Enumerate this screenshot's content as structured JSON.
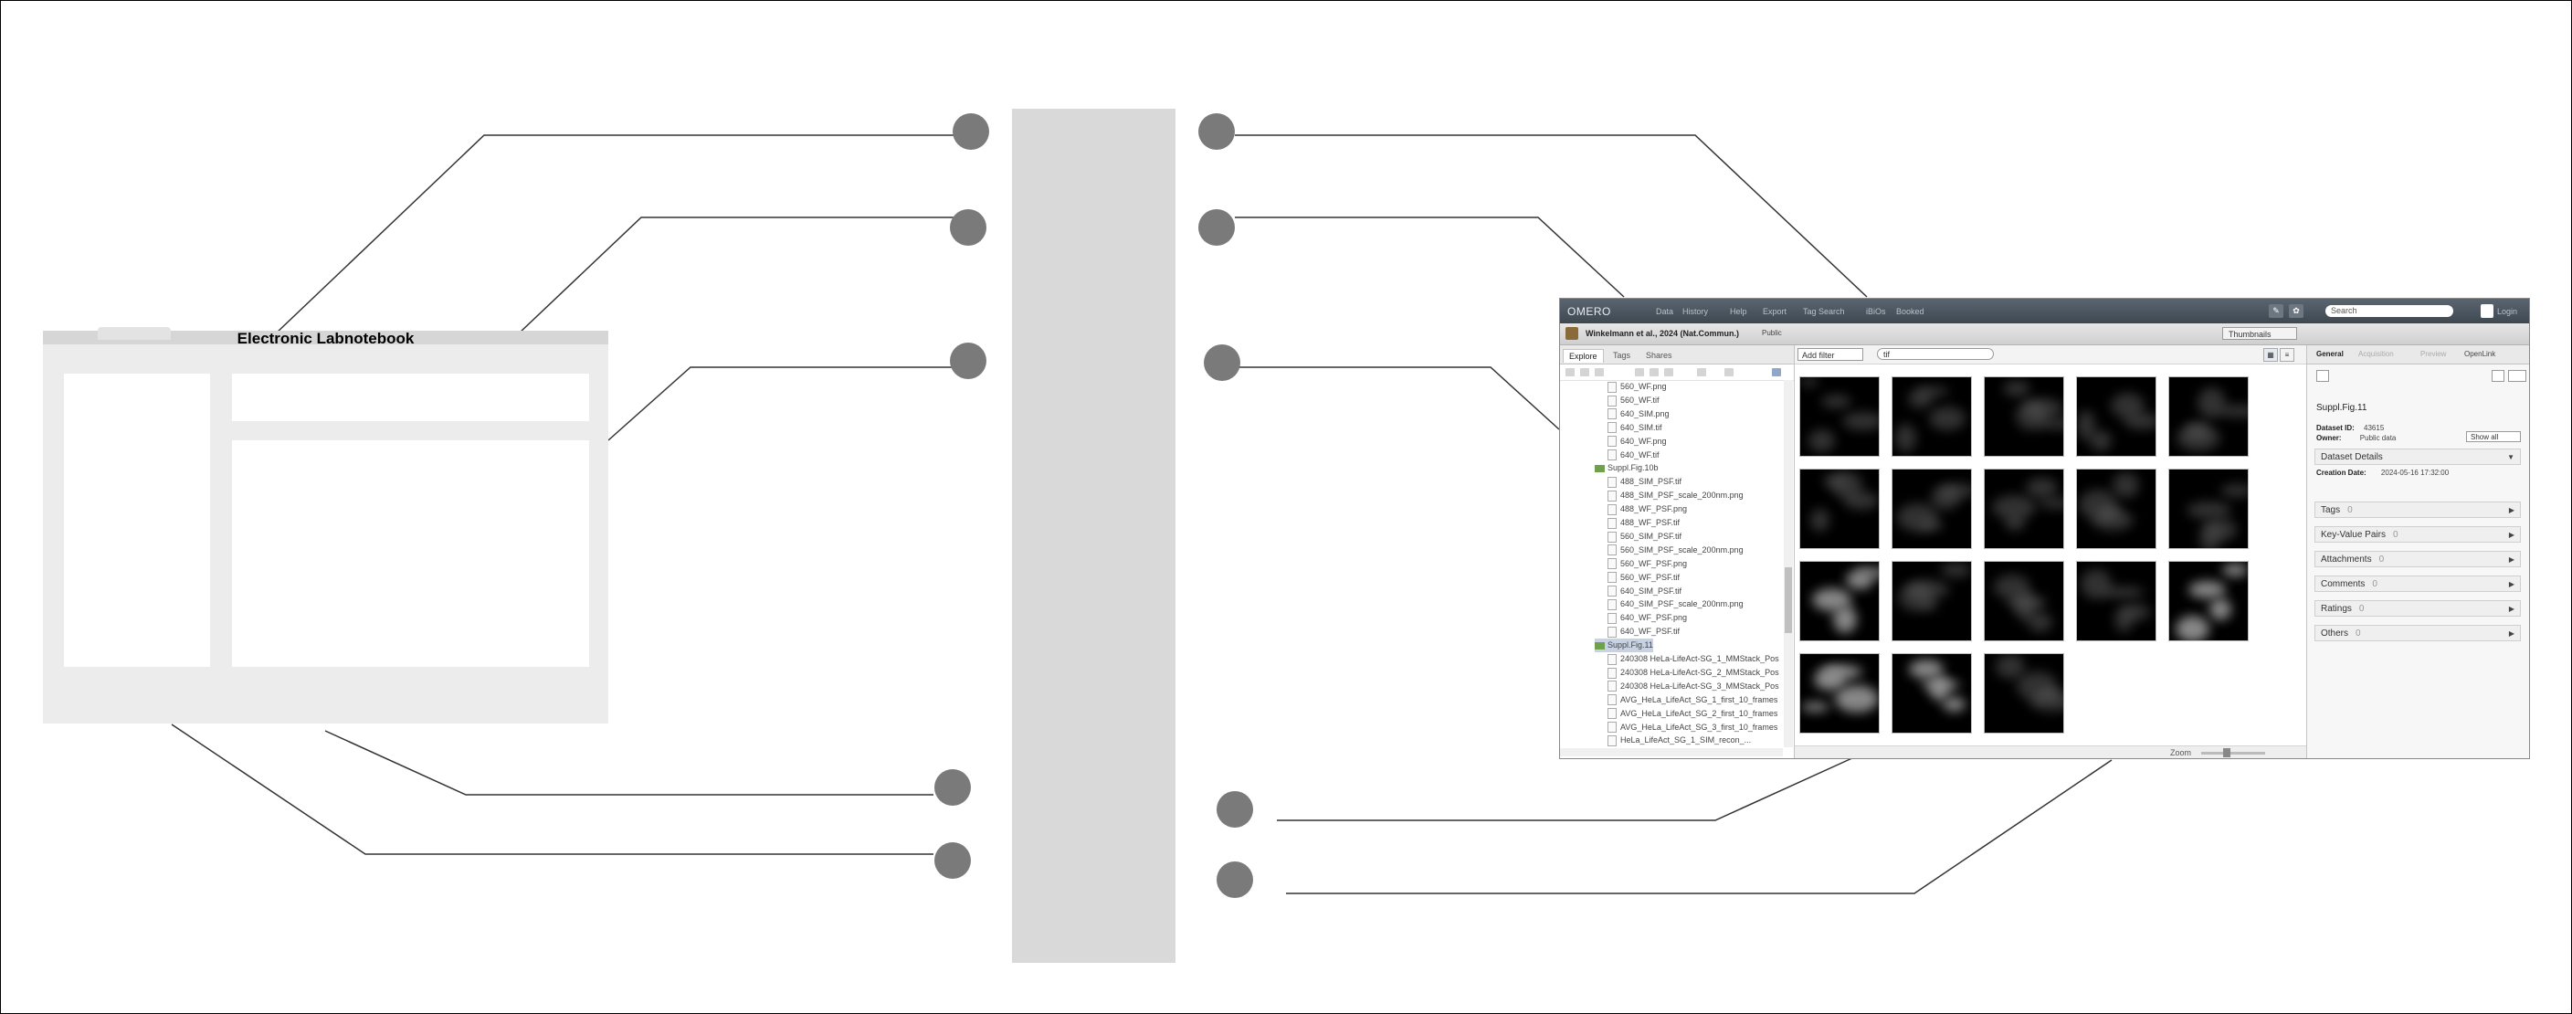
{
  "left_panel": {
    "title": "Electronic Labnotebook"
  },
  "omero": {
    "logo": "OMERO",
    "nav": [
      "Data",
      "History",
      "Help",
      "Export",
      "Tag Search",
      "iBiOs",
      "Booked"
    ],
    "search_placeholder": "Search",
    "login_label": "Login",
    "breadcrumb": "Winkelmann et al., 2024 (Nat.Commun.)",
    "breadcrumb_suffix": "Public",
    "view_mode": "Thumbnails",
    "tabs": [
      "Explore",
      "Tags",
      "Shares"
    ],
    "tree": [
      {
        "label": "560_WF.png",
        "type": "file"
      },
      {
        "label": "560_WF.tif",
        "type": "file"
      },
      {
        "label": "640_SIM.png",
        "type": "file"
      },
      {
        "label": "640_SIM.tif",
        "type": "file"
      },
      {
        "label": "640_WF.png",
        "type": "file"
      },
      {
        "label": "640_WF.tif",
        "type": "file"
      },
      {
        "label": "Suppl.Fig.10b",
        "type": "folder"
      },
      {
        "label": "488_SIM_PSF.tif",
        "type": "file"
      },
      {
        "label": "488_SIM_PSF_scale_200nm.png",
        "type": "file"
      },
      {
        "label": "488_WF_PSF.png",
        "type": "file"
      },
      {
        "label": "488_WF_PSF.tif",
        "type": "file"
      },
      {
        "label": "560_SIM_PSF.tif",
        "type": "file"
      },
      {
        "label": "560_SIM_PSF_scale_200nm.png",
        "type": "file"
      },
      {
        "label": "560_WF_PSF.png",
        "type": "file"
      },
      {
        "label": "560_WF_PSF.tif",
        "type": "file"
      },
      {
        "label": "640_SIM_PSF.tif",
        "type": "file"
      },
      {
        "label": "640_SIM_PSF_scale_200nm.png",
        "type": "file"
      },
      {
        "label": "640_WF_PSF.png",
        "type": "file"
      },
      {
        "label": "640_WF_PSF.tif",
        "type": "file"
      },
      {
        "label": "Suppl.Fig.11",
        "type": "folder"
      },
      {
        "label": "240308 HeLa-LifeAct-SG_1_MMStack_Pos",
        "type": "file"
      },
      {
        "label": "240308 HeLa-LifeAct-SG_2_MMStack_Pos",
        "type": "file"
      },
      {
        "label": "240308 HeLa-LifeAct-SG_3_MMStack_Pos",
        "type": "file"
      },
      {
        "label": "AVG_HeLa_LifeAct_SG_1_first_10_frames",
        "type": "file"
      },
      {
        "label": "AVG_HeLa_LifeAct_SG_2_first_10_frames",
        "type": "file"
      },
      {
        "label": "AVG_HeLa_LifeAct_SG_3_first_10_frames",
        "type": "file"
      },
      {
        "label": "HeLa_LifeAct_SG_1_SIM_recon_...",
        "type": "file"
      }
    ],
    "filter_label": "Add filter",
    "filter_value": "tif",
    "zoom_label": "Zoom",
    "right_tabs": [
      "General",
      "Acquisition",
      "Preview",
      "OpenLink"
    ],
    "dataset_title": "Suppl.Fig.11",
    "dataset_id_label": "Dataset ID:",
    "dataset_id": "43615",
    "owner_label": "Owner:",
    "owner_value": "Public data",
    "show_all": "Show all",
    "details_label": "Dataset Details",
    "creation_label": "Creation Date:",
    "creation_value": "2024-05-16 17:32:00",
    "panels": [
      {
        "label": "Tags",
        "count": "0"
      },
      {
        "label": "Key-Value Pairs",
        "count": "0"
      },
      {
        "label": "Attachments",
        "count": "0"
      },
      {
        "label": "Comments",
        "count": "0"
      },
      {
        "label": "Ratings",
        "count": "0"
      },
      {
        "label": "Others",
        "count": "0"
      }
    ]
  },
  "colors": {
    "dot": "#7a7a7a",
    "center_bar": "#d9d9d9",
    "eln_background": "#ececec",
    "omero_header": "#3e4851"
  }
}
